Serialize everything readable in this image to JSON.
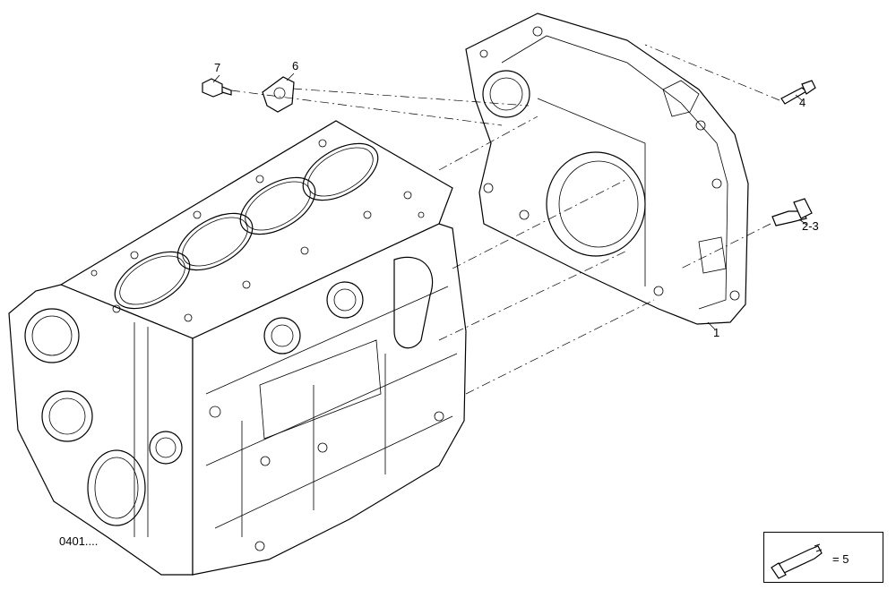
{
  "callouts": {
    "c1": "1",
    "c23": "2-3",
    "c4": "4",
    "c6": "6",
    "c7": "7"
  },
  "doc_code": "0401....",
  "legend": {
    "label": "= 5",
    "icon": "sealant-tube-icon"
  }
}
